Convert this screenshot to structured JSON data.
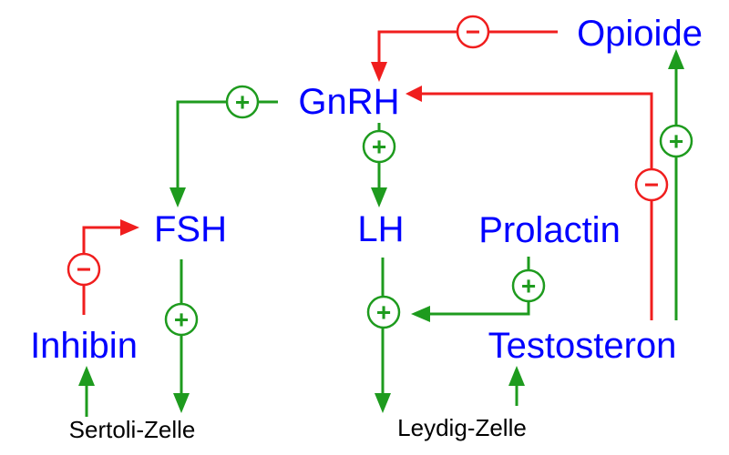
{
  "colors": {
    "hormone_text": "#0000ff",
    "cell_text": "#000000",
    "stimulate": "#1e9b1e",
    "inhibit": "#f01e1e",
    "sign_fill": "#ffffff"
  },
  "nodes": {
    "opioide": "Opioide",
    "gnrh": "GnRH",
    "fsh": "FSH",
    "lh": "LH",
    "prolactin": "Prolactin",
    "inhibin": "Inhibin",
    "testosteron": "Testosteron",
    "sertoli": "Sertoli-Zelle",
    "leydig": "Leydig-Zelle"
  },
  "signs": {
    "plus": "+",
    "minus": "−"
  },
  "edges": [
    {
      "from": "opioide",
      "to": "gnrh",
      "effect": "inhibit"
    },
    {
      "from": "gnrh",
      "to": "fsh",
      "effect": "stimulate"
    },
    {
      "from": "gnrh",
      "to": "lh",
      "effect": "stimulate"
    },
    {
      "from": "testosteron",
      "to": "gnrh",
      "effect": "inhibit"
    },
    {
      "from": "testosteron",
      "to": "opioide",
      "effect": "stimulate"
    },
    {
      "from": "inhibin",
      "to": "fsh",
      "effect": "inhibit"
    },
    {
      "from": "fsh",
      "to": "sertoli",
      "effect": "stimulate"
    },
    {
      "from": "lh",
      "to": "leydig",
      "effect": "stimulate"
    },
    {
      "from": "prolactin",
      "to": "lh",
      "effect": "stimulate"
    },
    {
      "from": "sertoli",
      "to": "inhibin",
      "effect": "stimulate"
    },
    {
      "from": "leydig",
      "to": "testosteron",
      "effect": "stimulate"
    }
  ]
}
